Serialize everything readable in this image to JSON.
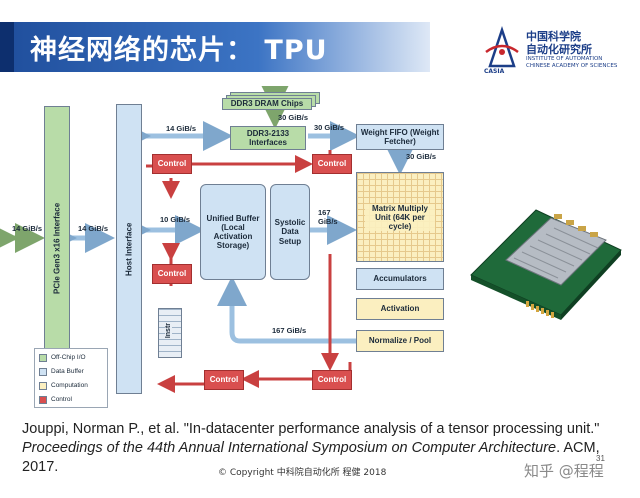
{
  "slide": {
    "title": "神经网络的芯片： TPU",
    "logo_name_cn": "中国科学院",
    "logo_name_cn2": "自动化研究所",
    "logo_name_en1": "INSTITUTE OF AUTOMATION",
    "logo_name_en2": "CHINESE ACADEMY OF SCIENCES",
    "logo_abbr": "CASIA",
    "page_number": "31",
    "copyright": "© Copyright  中科院自动化所 程健 2018",
    "watermark": "知乎 @程程"
  },
  "citation": {
    "authors": "Jouppi, Norman P., et al. ",
    "title": "\"In-datacenter performance analysis of a tensor processing unit.\"",
    "venue": "Proceedings of the 44th Annual International Symposium on Computer Architecture",
    "tail": ". ACM, 2017."
  },
  "diagram": {
    "blocks": {
      "pcie": "PCIe Gen3 x16 Interface",
      "host": "Host Interface",
      "dram_chips": "DDR3 DRAM Chips",
      "ddr3_if": "DDR3-2133 Interfaces",
      "weight_fifo": "Weight FIFO (Weight Fetcher)",
      "unified_buffer": "Unified Buffer (Local Activation Storage)",
      "systolic": "Systolic Data Setup",
      "mmu": "Matrix Multiply Unit (64K per cycle)",
      "accumulators": "Accumulators",
      "activation": "Activation",
      "normalize": "Normalize / Pool",
      "control": "Control",
      "instr": "Instr"
    },
    "labels": {
      "bw_14_left": "14 GiB/s",
      "bw_14_mid": "14 GiB/s",
      "bw_14_top": "14 GiB/s",
      "bw_30_a": "30 GiB/s",
      "bw_30_b": "30 GiB/s",
      "bw_30_c": "30 GiB/s",
      "bw_10": "10 GiB/s",
      "bw_167_a": "167 GiB/s",
      "bw_167_b": "167 GiB/s"
    },
    "legend": [
      {
        "label": "Off-Chip I/O",
        "color": "#b8dca8"
      },
      {
        "label": "Data Buffer",
        "color": "#cfe2f3"
      },
      {
        "label": "Computation",
        "color": "#fbefc0"
      },
      {
        "label": "Control",
        "color": "#d94f4f"
      }
    ]
  },
  "colors": {
    "title_bar": "#1f4e9c",
    "control_red": "#d94f4f",
    "buffer_blue": "#cfe2f3",
    "io_green": "#b8dca8",
    "compute_yellow": "#fbefc0"
  },
  "photo": {
    "icon": "tpu-board-photo"
  }
}
